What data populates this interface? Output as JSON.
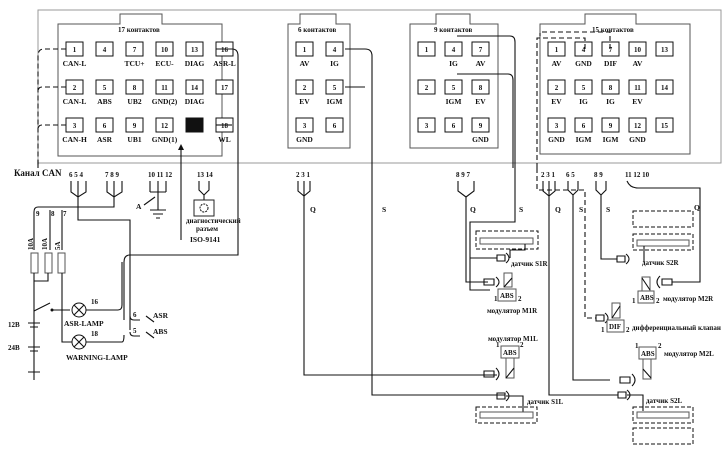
{
  "connectors": [
    {
      "id": "c17",
      "title": "17 контактов",
      "pins": [
        {
          "n": "1",
          "sig": "CAN-L"
        },
        {
          "n": "4",
          "sig": ""
        },
        {
          "n": "7",
          "sig": "TCU+"
        },
        {
          "n": "10",
          "sig": "ECU-"
        },
        {
          "n": "13",
          "sig": "DIAG"
        },
        {
          "n": "16",
          "sig": "ASR-L"
        },
        {
          "n": "2",
          "sig": "CAN-L"
        },
        {
          "n": "5",
          "sig": "ABS"
        },
        {
          "n": "8",
          "sig": "UB2"
        },
        {
          "n": "11",
          "sig": "GND(2)"
        },
        {
          "n": "14",
          "sig": "DIAG"
        },
        {
          "n": "17",
          "sig": ""
        },
        {
          "n": "3",
          "sig": "CAN-H"
        },
        {
          "n": "6",
          "sig": "ASR"
        },
        {
          "n": "9",
          "sig": "UB1"
        },
        {
          "n": "12",
          "sig": "GND(1)"
        },
        {
          "n": "",
          "sig": "",
          "filled": true
        },
        {
          "n": "18",
          "sig": "WL"
        }
      ]
    },
    {
      "id": "c6",
      "title": "6 контактов",
      "pins": [
        {
          "n": "1",
          "sig": "AV"
        },
        {
          "n": "4",
          "sig": "IG"
        },
        {
          "n": "2",
          "sig": "EV"
        },
        {
          "n": "5",
          "sig": "IGM"
        },
        {
          "n": "3",
          "sig": "GND"
        },
        {
          "n": "6",
          "sig": ""
        }
      ]
    },
    {
      "id": "c9",
      "title": "9 контактов",
      "pins": [
        {
          "n": "1",
          "sig": ""
        },
        {
          "n": "4",
          "sig": "IG"
        },
        {
          "n": "7",
          "sig": "AV"
        },
        {
          "n": "2",
          "sig": ""
        },
        {
          "n": "5",
          "sig": "IGM"
        },
        {
          "n": "8",
          "sig": "EV"
        },
        {
          "n": "3",
          "sig": ""
        },
        {
          "n": "6",
          "sig": ""
        },
        {
          "n": "9",
          "sig": "GND"
        }
      ]
    },
    {
      "id": "c15",
      "title": "15 контактов",
      "pins": [
        {
          "n": "1",
          "sig": "AV"
        },
        {
          "n": "4",
          "sig": "GND"
        },
        {
          "n": "7",
          "sig": "DIF"
        },
        {
          "n": "10",
          "sig": "AV"
        },
        {
          "n": "13",
          "sig": ""
        },
        {
          "n": "2",
          "sig": "EV"
        },
        {
          "n": "5",
          "sig": "IG"
        },
        {
          "n": "8",
          "sig": "IG"
        },
        {
          "n": "11",
          "sig": "EV"
        },
        {
          "n": "14",
          "sig": ""
        },
        {
          "n": "3",
          "sig": "GND"
        },
        {
          "n": "6",
          "sig": "IGM"
        },
        {
          "n": "9",
          "sig": "IGM"
        },
        {
          "n": "12",
          "sig": "GND"
        },
        {
          "n": "15",
          "sig": ""
        }
      ]
    }
  ],
  "labels": {
    "can_channel": "Канал CAN",
    "diag_connector_line1": "диагностический",
    "diag_connector_line2": "разъем",
    "diag_connector_std": "ISO-9141",
    "ground_a": "A",
    "fuse_1": "10A",
    "fuse_2": "10A",
    "fuse_3": "5A",
    "fuse_pin_9": "9",
    "fuse_pin_8": "8",
    "fuse_pin_7": "7",
    "volt_12": "12В",
    "volt_24": "24В",
    "asr_lamp": "ASR-LAMP",
    "asr_lamp_pin": "16",
    "warning_lamp": "WARNING-LAMP",
    "warning_lamp_pin": "18",
    "sw_asr_pin": "6",
    "sw_asr": "ASR",
    "sw_abs_pin": "5",
    "sw_abs": "ABS",
    "grp_654": "6 5 4",
    "grp_789": "7 8 9",
    "grp_101112": "10 11 12",
    "grp_1314": "13 14",
    "grp_231_a": "2 3 1",
    "grp_897": "8 9 7",
    "grp_231_b": "2 3 1",
    "grp_65": "6 5",
    "grp_89": "8 9",
    "grp_111210": "11 12 10",
    "q": "Q",
    "s": "S",
    "sensor_s1r": "датчик S1R",
    "sensor_s2r": "датчик S2R",
    "sensor_s1l": "датчик S1L",
    "sensor_s2l": "датчик S2L",
    "mod_m1r": "модулятор M1R",
    "mod_m2r": "модулятор M2R",
    "mod_m1l": "модулятор M1L",
    "mod_m2l": "модулятор M2L",
    "diff_valve": "дифференциальный клапан",
    "abs": "ABS",
    "dif": "DIF",
    "p1": "1",
    "p2": "2"
  }
}
